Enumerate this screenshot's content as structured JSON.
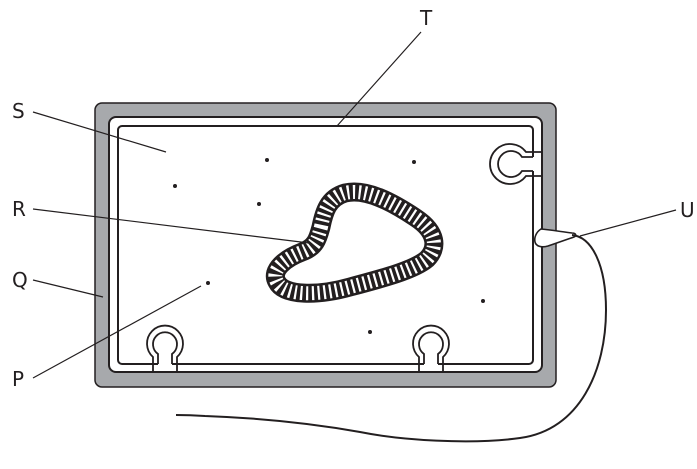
{
  "labels": {
    "t": "T",
    "s": "S",
    "r": "R",
    "q": "Q",
    "p": "P",
    "u": "U"
  },
  "colors": {
    "outer_frame": "#a7a9ac",
    "line": "#231f20",
    "background": "#ffffff"
  }
}
